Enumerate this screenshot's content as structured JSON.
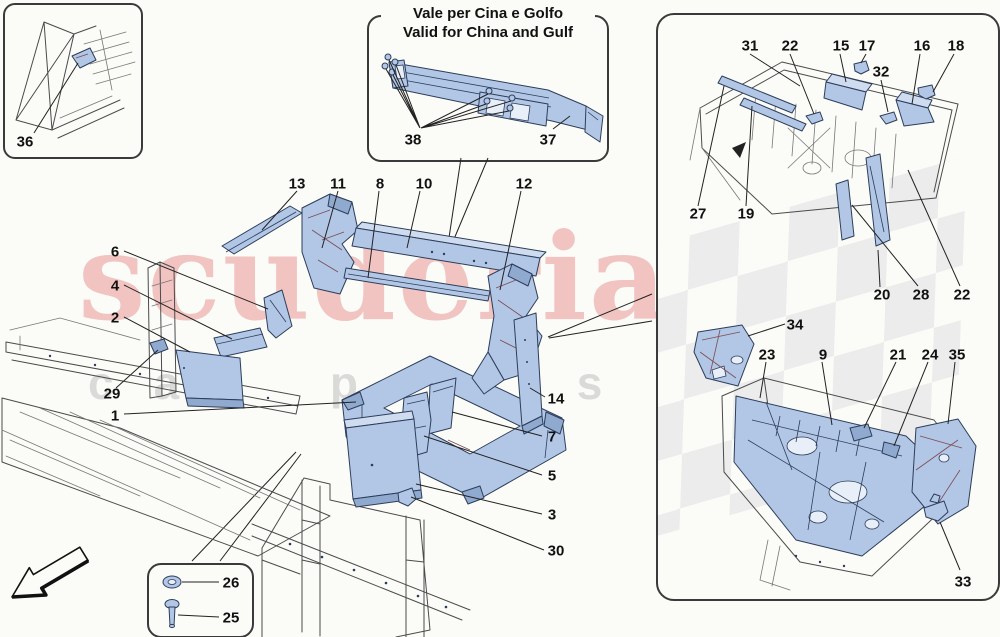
{
  "watermark": {
    "brand": "scuderia",
    "sub": "car parts",
    "brand_color": "#de5555",
    "sub_color": "#aaaaaa"
  },
  "china_box": {
    "title_line1": "Vale per Cina e Golfo",
    "title_line2": "Valid for China and Gulf"
  },
  "callouts": [
    "36",
    "38",
    "37",
    "13",
    "11",
    "8",
    "10",
    "12",
    "6",
    "4",
    "2",
    "29",
    "1",
    "14",
    "7",
    "5",
    "3",
    "30",
    "26",
    "25",
    "31",
    "22",
    "15",
    "17",
    "32",
    "16",
    "18",
    "27",
    "19",
    "20",
    "28",
    "22",
    "34",
    "23",
    "9",
    "21",
    "24",
    "35",
    "33"
  ],
  "icons": {
    "direction_arrow": "down-left-arrow"
  },
  "colors": {
    "part_fill": "#b2c7e6",
    "part_fill_light": "#cfdcf0",
    "part_outline": "#2c3d5a",
    "line_art": "#4b4b4b",
    "label_text": "#111111",
    "box_border": "#3a3a3a",
    "checker": "#ececec",
    "casting_accent": "#7c4b52"
  }
}
